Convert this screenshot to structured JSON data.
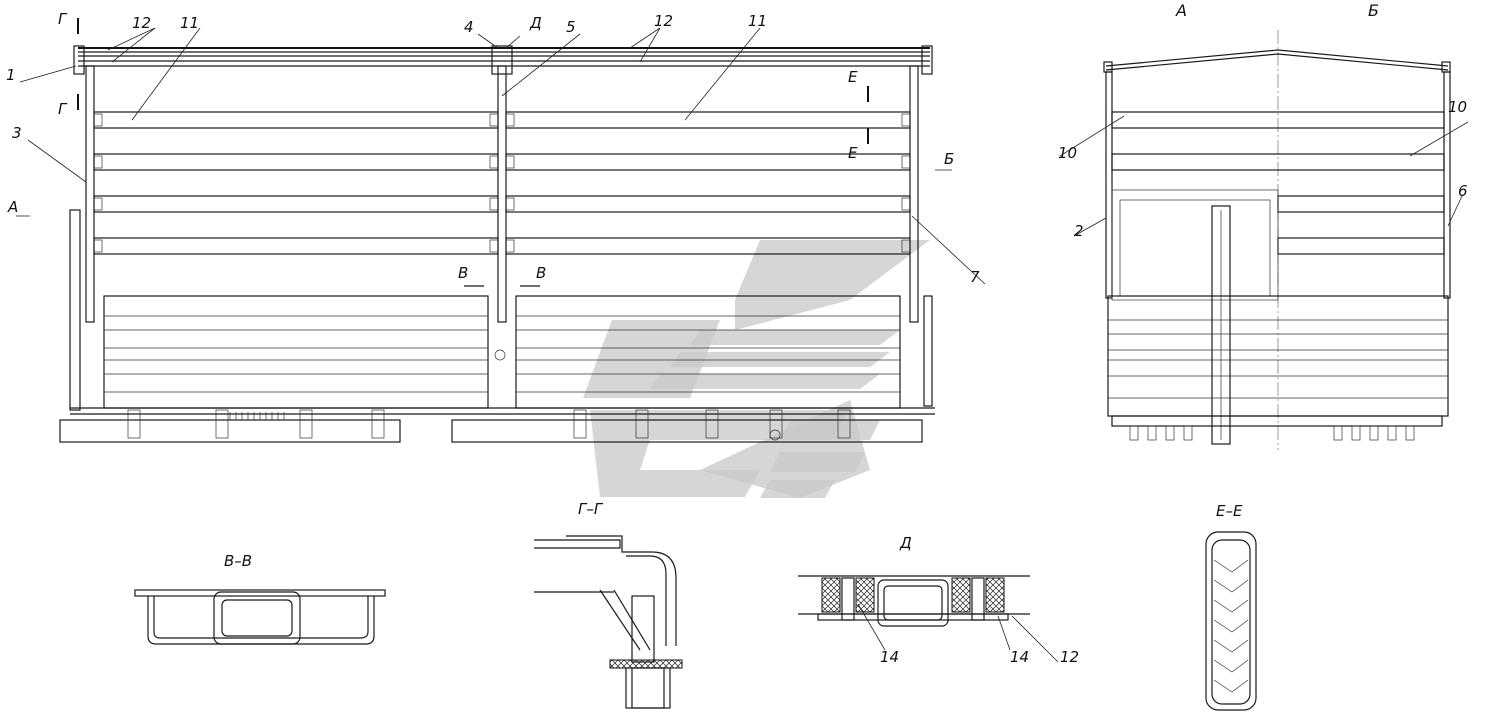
{
  "views": {
    "A": "А",
    "B": "Б",
    "VV": "В–В",
    "GG": "Г–Г",
    "D": "Д",
    "EE": "Е–Е"
  },
  "markers": {
    "G": "Г",
    "D": "Д",
    "E": "Е",
    "B": "Б",
    "A": "А",
    "V": "В"
  },
  "positions": {
    "p1": "1",
    "p2": "2",
    "p3": "3",
    "p4": "4",
    "p5": "5",
    "p6": "6",
    "p7": "7",
    "p10": "10",
    "p11": "11",
    "p12": "12",
    "p14": "14"
  }
}
